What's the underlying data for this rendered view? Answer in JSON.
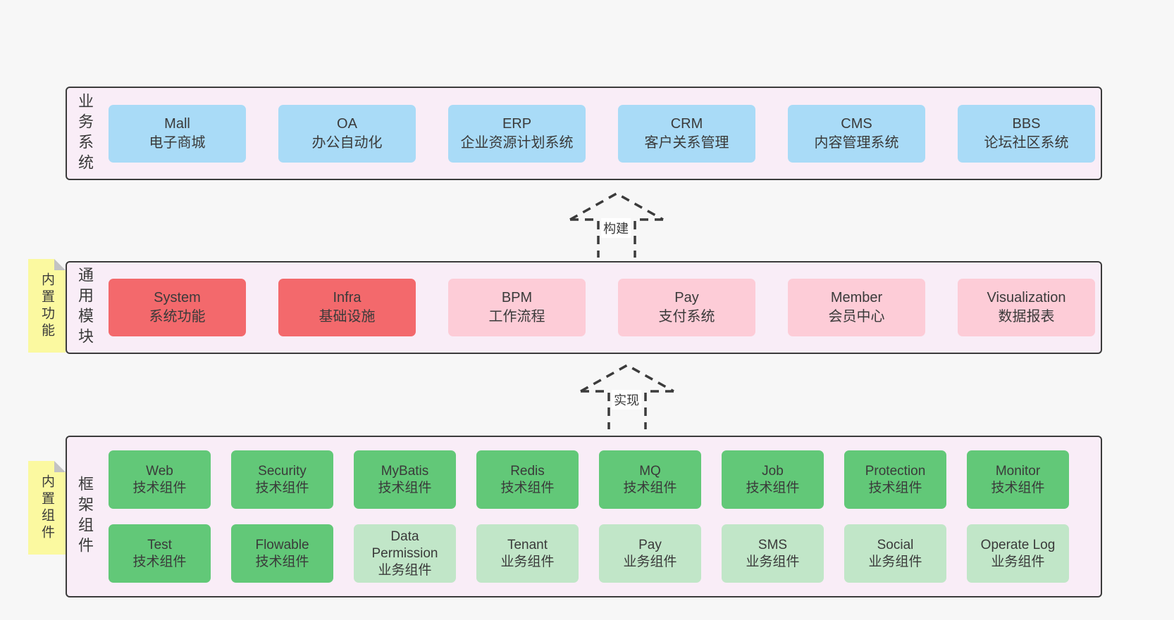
{
  "colors": {
    "page_bg": "#f7f7f7",
    "layer_bg": "#f9edf7",
    "line": "#3b3b3b",
    "text": "#3a3a3a",
    "label_bg": "#ffffff",
    "blue": "#a9dbf7",
    "red": "#f3696c",
    "pink": "#fdccd7",
    "green": "#62c878",
    "light_green": "#c1e6c8",
    "yellow": "#fbf9a0",
    "fold": "#c3c3c3"
  },
  "layers": [
    {
      "id": "business-systems",
      "label": "业务系统",
      "tag": null,
      "rows": [
        [
          {
            "title": "Mall",
            "subtitle": "电子商城",
            "color": "blue"
          },
          {
            "title": "OA",
            "subtitle": "办公自动化",
            "color": "blue"
          },
          {
            "title": "ERP",
            "subtitle": "企业资源计划系统",
            "color": "blue"
          },
          {
            "title": "CRM",
            "subtitle": "客户关系管理",
            "color": "blue"
          },
          {
            "title": "CMS",
            "subtitle": "内容管理系统",
            "color": "blue"
          },
          {
            "title": "BBS",
            "subtitle": "论坛社区系统",
            "color": "blue"
          }
        ]
      ]
    },
    {
      "id": "common-modules",
      "label": "通用模块",
      "tag": "内置功能",
      "rows": [
        [
          {
            "title": "System",
            "subtitle": "系统功能",
            "color": "red"
          },
          {
            "title": "Infra",
            "subtitle": "基础设施",
            "color": "red"
          },
          {
            "title": "BPM",
            "subtitle": "工作流程",
            "color": "pink"
          },
          {
            "title": "Pay",
            "subtitle": "支付系统",
            "color": "pink"
          },
          {
            "title": "Member",
            "subtitle": "会员中心",
            "color": "pink"
          },
          {
            "title": "Visualization",
            "subtitle": "数据报表",
            "color": "pink"
          }
        ]
      ]
    },
    {
      "id": "framework-components",
      "label": "框架组件",
      "tag": "内置组件",
      "rows": [
        [
          {
            "title": "Web",
            "subtitle": "技术组件",
            "color": "green"
          },
          {
            "title": "Security",
            "subtitle": "技术组件",
            "color": "green"
          },
          {
            "title": "MyBatis",
            "subtitle": "技术组件",
            "color": "green"
          },
          {
            "title": "Redis",
            "subtitle": "技术组件",
            "color": "green"
          },
          {
            "title": "MQ",
            "subtitle": "技术组件",
            "color": "green"
          },
          {
            "title": "Job",
            "subtitle": "技术组件",
            "color": "green"
          },
          {
            "title": "Protection",
            "subtitle": "技术组件",
            "color": "green"
          },
          {
            "title": "Monitor",
            "subtitle": "技术组件",
            "color": "green"
          }
        ],
        [
          {
            "title": "Test",
            "subtitle": "技术组件",
            "color": "green"
          },
          {
            "title": "Flowable",
            "subtitle": "技术组件",
            "color": "green"
          },
          {
            "title": "Data Permission",
            "subtitle": "业务组件",
            "color": "light_green"
          },
          {
            "title": "Tenant",
            "subtitle": "业务组件",
            "color": "light_green"
          },
          {
            "title": "Pay",
            "subtitle": "业务组件",
            "color": "light_green"
          },
          {
            "title": "SMS",
            "subtitle": "业务组件",
            "color": "light_green"
          },
          {
            "title": "Social",
            "subtitle": "业务组件",
            "color": "light_green"
          },
          {
            "title": "Operate Log",
            "subtitle": "业务组件",
            "color": "light_green"
          }
        ]
      ]
    }
  ],
  "arrows": [
    {
      "label": "构建"
    },
    {
      "label": "实现"
    }
  ]
}
